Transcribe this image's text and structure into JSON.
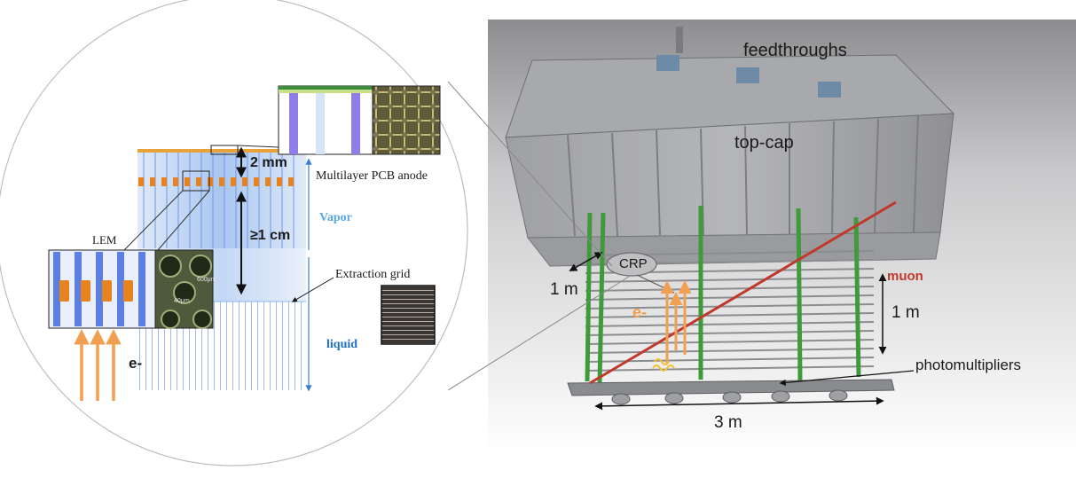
{
  "labels": {
    "feedthroughs": "feedthroughs",
    "top_cap": "top-cap",
    "crp": "CRP",
    "muon": "muon",
    "one_m_left": "1 m",
    "one_m_right": "1 m",
    "e_minus_right": "e-",
    "photomultipliers": "photomultipliers",
    "three_m": "3 m",
    "two_mm": "2 mm",
    "ge_1_cm": "≥1 cm",
    "multilayer_pcb_anode": "Multilayer PCB anode",
    "vapor": "Vapor",
    "lem": "LEM",
    "extraction_grid": "Extraction grid",
    "liquid": "liquid",
    "e_minus_left": "e-",
    "size_600um": "600μm",
    "size_40um": "40μm"
  },
  "colors": {
    "muon_track": "#c0392b",
    "electron_arrow": "#f0a050",
    "vapor_text": "#5aa7e6",
    "liquid_text": "#1e6fc4",
    "lem_electrode": "#e8821f",
    "field_line": "#8fb6ee",
    "field_line_dark": "#2f4fd6",
    "detector_gray": "#8e8e94",
    "support_green": "#3e9a3a"
  }
}
